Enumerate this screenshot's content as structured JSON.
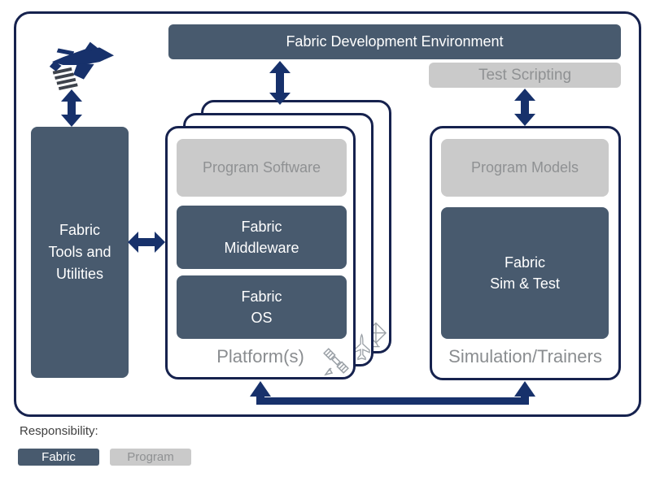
{
  "colors": {
    "navy": "#16224E",
    "arrow": "#17316B",
    "slate": "#485A6E",
    "gray_box": "#CACACA",
    "gray_text": "#8F9193",
    "label_gray": "#8A8D90",
    "icon_gray": "#9BA1A7",
    "text_dark": "#3F3F3F"
  },
  "header": {
    "title": "Fabric Development Environment"
  },
  "test_scripting": {
    "label": "Test Scripting"
  },
  "tools": {
    "label": "Fabric\nTools and\nUtilities"
  },
  "platform": {
    "label": "Platform(s)",
    "program_software": "Program Software",
    "middleware": "Fabric\nMiddleware",
    "os": "Fabric\nOS"
  },
  "simulation": {
    "label": "Simulation/Trainers",
    "program_models": "Program Models",
    "sim_test": "Fabric\nSim & Test"
  },
  "legend": {
    "title": "Responsibility:",
    "fabric_label": "Fabric",
    "program_label": "Program"
  },
  "icons": {
    "jet": "jet-icon",
    "satellite": "satellite-icon",
    "airplane": "airplane-icon",
    "radar": "radar-dish-icon"
  }
}
